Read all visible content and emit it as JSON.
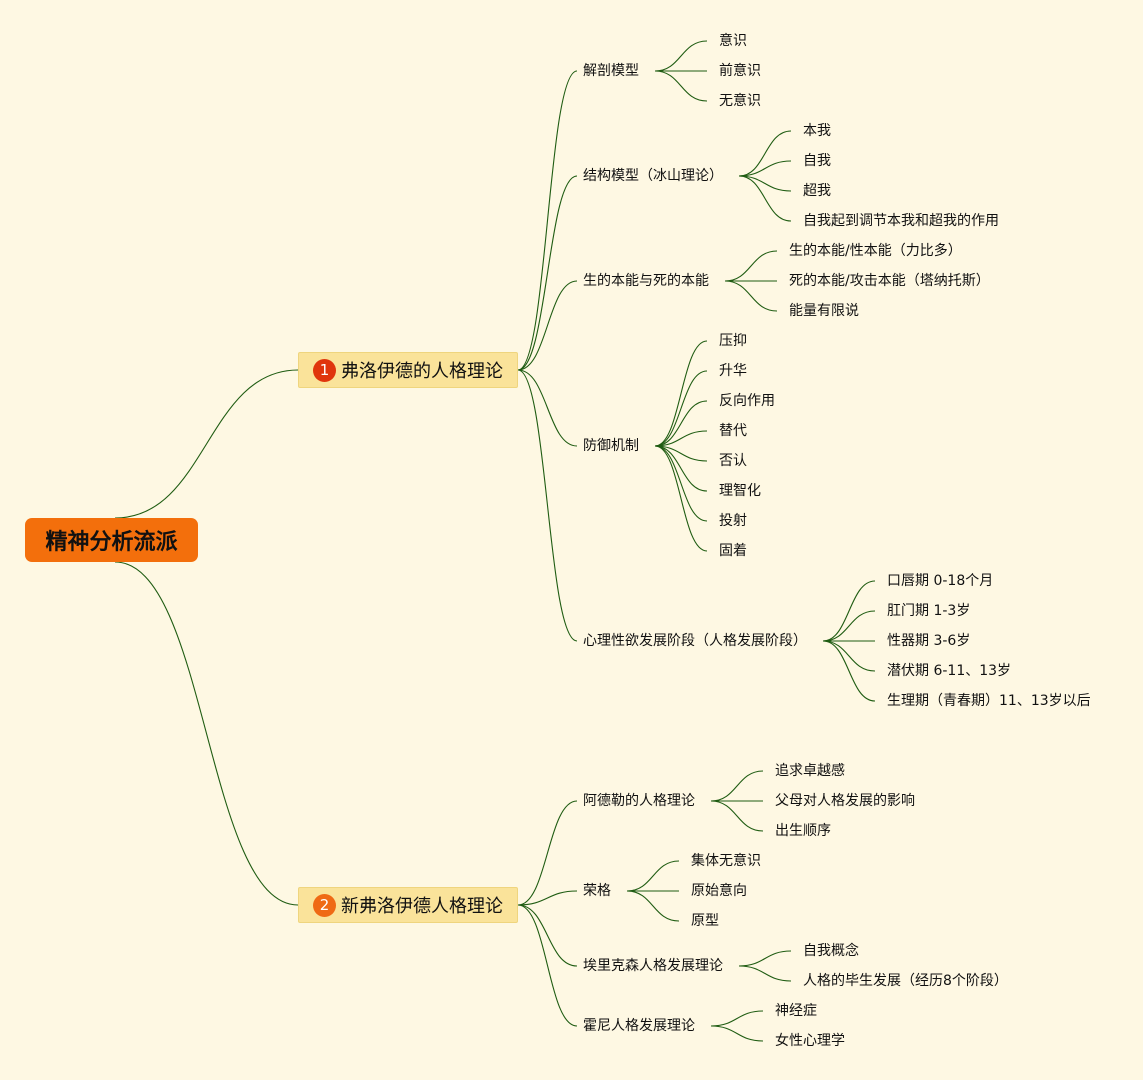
{
  "root": {
    "label": "精神分析流派",
    "color": "#f36f0c"
  },
  "branches": [
    {
      "number": "1",
      "badge_color": "#e0350c",
      "label": "弗洛伊德的人格理论",
      "children": [
        {
          "label": "解剖模型",
          "children": [
            "意识",
            "前意识",
            "无意识"
          ]
        },
        {
          "label": "结构模型（冰山理论）",
          "children": [
            "本我",
            "自我",
            "超我",
            "自我起到调节本我和超我的作用"
          ]
        },
        {
          "label": "生的本能与死的本能",
          "children": [
            "生的本能/性本能（力比多）",
            "死的本能/攻击本能（塔纳托斯）",
            "能量有限说"
          ]
        },
        {
          "label": "防御机制",
          "children": [
            "压抑",
            "升华",
            "反向作用",
            "替代",
            "否认",
            "理智化",
            "投射",
            "固着"
          ]
        },
        {
          "label": "心理性欲发展阶段（人格发展阶段）",
          "children": [
            "口唇期 0-18个月",
            "肛门期 1-3岁",
            "性器期 3-6岁",
            "潜伏期 6-11、13岁",
            "生理期（青春期）11、13岁以后"
          ]
        }
      ]
    },
    {
      "number": "2",
      "badge_color": "#ef6a14",
      "label": "新弗洛伊德人格理论",
      "children": [
        {
          "label": "阿德勒的人格理论",
          "children": [
            "追求卓越感",
            "父母对人格发展的影响",
            "出生顺序"
          ]
        },
        {
          "label": "荣格",
          "children": [
            "集体无意识",
            "原始意向",
            "原型"
          ]
        },
        {
          "label": "埃里克森人格发展理论",
          "children": [
            "自我概念",
            "人格的毕生发展（经历8个阶段）"
          ]
        },
        {
          "label": "霍尼人格发展理论",
          "children": [
            "神经症",
            "女性心理学"
          ]
        }
      ]
    }
  ]
}
